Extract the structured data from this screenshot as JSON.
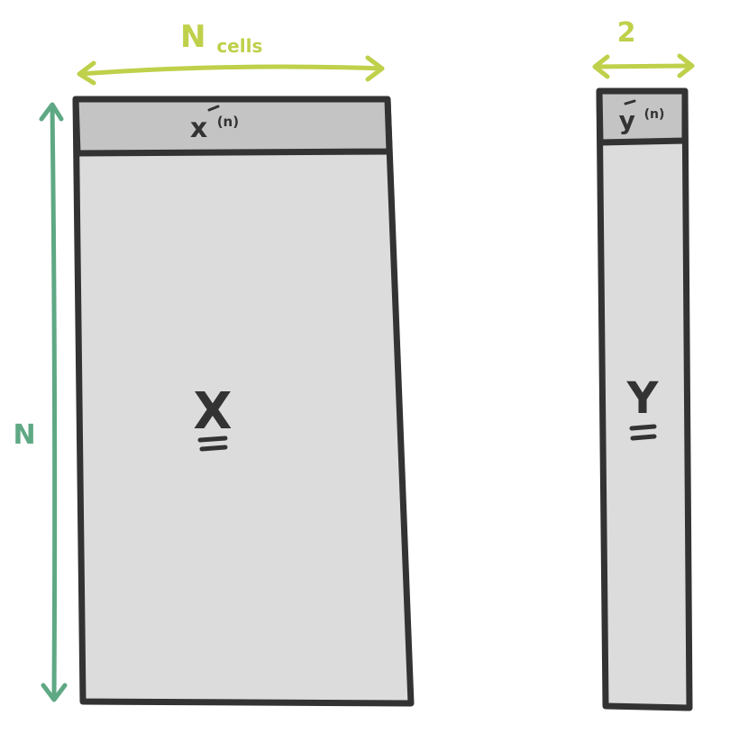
{
  "colors": {
    "outline": "#333333",
    "fill_body": "#dcdcdc",
    "fill_header": "#c4c4c4",
    "accent_yellow_green": "#bfd04a",
    "accent_green": "#5fa884",
    "ink": "#333333"
  },
  "matrix_x": {
    "label": "X",
    "row_label_base": "x",
    "row_label_sup": "(n)",
    "width_label_base": "N",
    "width_label_sub": "cells",
    "height_label": "N"
  },
  "matrix_y": {
    "label": "Y",
    "row_label_base": "y",
    "row_label_sup": "(n)",
    "width_label": "2"
  },
  "icons": {
    "width_arrow": "double-headed-arrow-horizontal",
    "height_arrow": "double-headed-arrow-vertical"
  }
}
